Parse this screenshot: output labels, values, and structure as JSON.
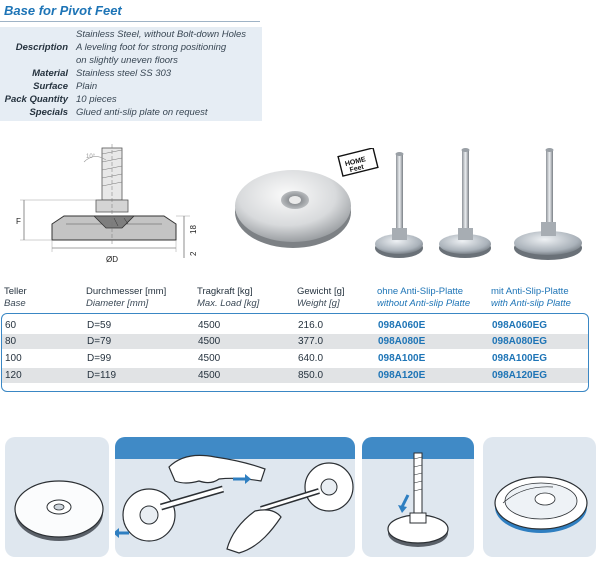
{
  "title": "Base for Pivot Feet",
  "specs": [
    {
      "label": "",
      "value": "Stainless Steel, without Bolt-down Holes"
    },
    {
      "label": "Description",
      "value": "A leveling foot for strong positioning"
    },
    {
      "label": "",
      "value": "on slightly uneven floors"
    },
    {
      "label": "Material",
      "value": "Stainless steel SS 303"
    },
    {
      "label": "Surface",
      "value": "Plain"
    },
    {
      "label": "Pack Quantity",
      "value": "10 pieces"
    },
    {
      "label": "Specials",
      "value": " Glued anti-slip plate on request"
    }
  ],
  "drawing": {
    "dim_f": "F",
    "dim_18": "18",
    "dim_2": "2",
    "dim_d": "ØD"
  },
  "stamp": "HOME\nFeet",
  "columns": [
    {
      "de": "Teller",
      "en": "Base"
    },
    {
      "de": "Durchmesser [mm]",
      "en": "Diameter [mm]"
    },
    {
      "de": "Tragkraft [kg]",
      "en": "Max. Load [kg]"
    },
    {
      "de": "Gewicht [g]",
      "en": "Weight [g]"
    },
    {
      "de": "ohne Anti-Slip-Platte",
      "en": "without Anti-slip Platte"
    },
    {
      "de": "mit Anti-Slip-Platte",
      "en": "with Anti-slip Platte"
    }
  ],
  "rows": [
    {
      "base": "60",
      "diameter": "D=59",
      "load": "4500",
      "weight": "216.0",
      "without": "098A060E",
      "with": "098A060EG"
    },
    {
      "base": "80",
      "diameter": "D=79",
      "load": "4500",
      "weight": "377.0",
      "without": "098A080E",
      "with": "098A080EG"
    },
    {
      "base": "100",
      "diameter": "D=99",
      "load": "4500",
      "weight": "640.0",
      "without": "098A100E",
      "with": "098A100EG"
    },
    {
      "base": "120",
      "diameter": "D=119",
      "load": "4500",
      "weight": "850.0",
      "without": "098A120E",
      "with": "098A120EG"
    }
  ],
  "colors": {
    "accent": "#1d74b6",
    "panel": "#dfe7ef",
    "spec_bg": "#e6edf4",
    "row_grey": "#e1e3e5"
  }
}
